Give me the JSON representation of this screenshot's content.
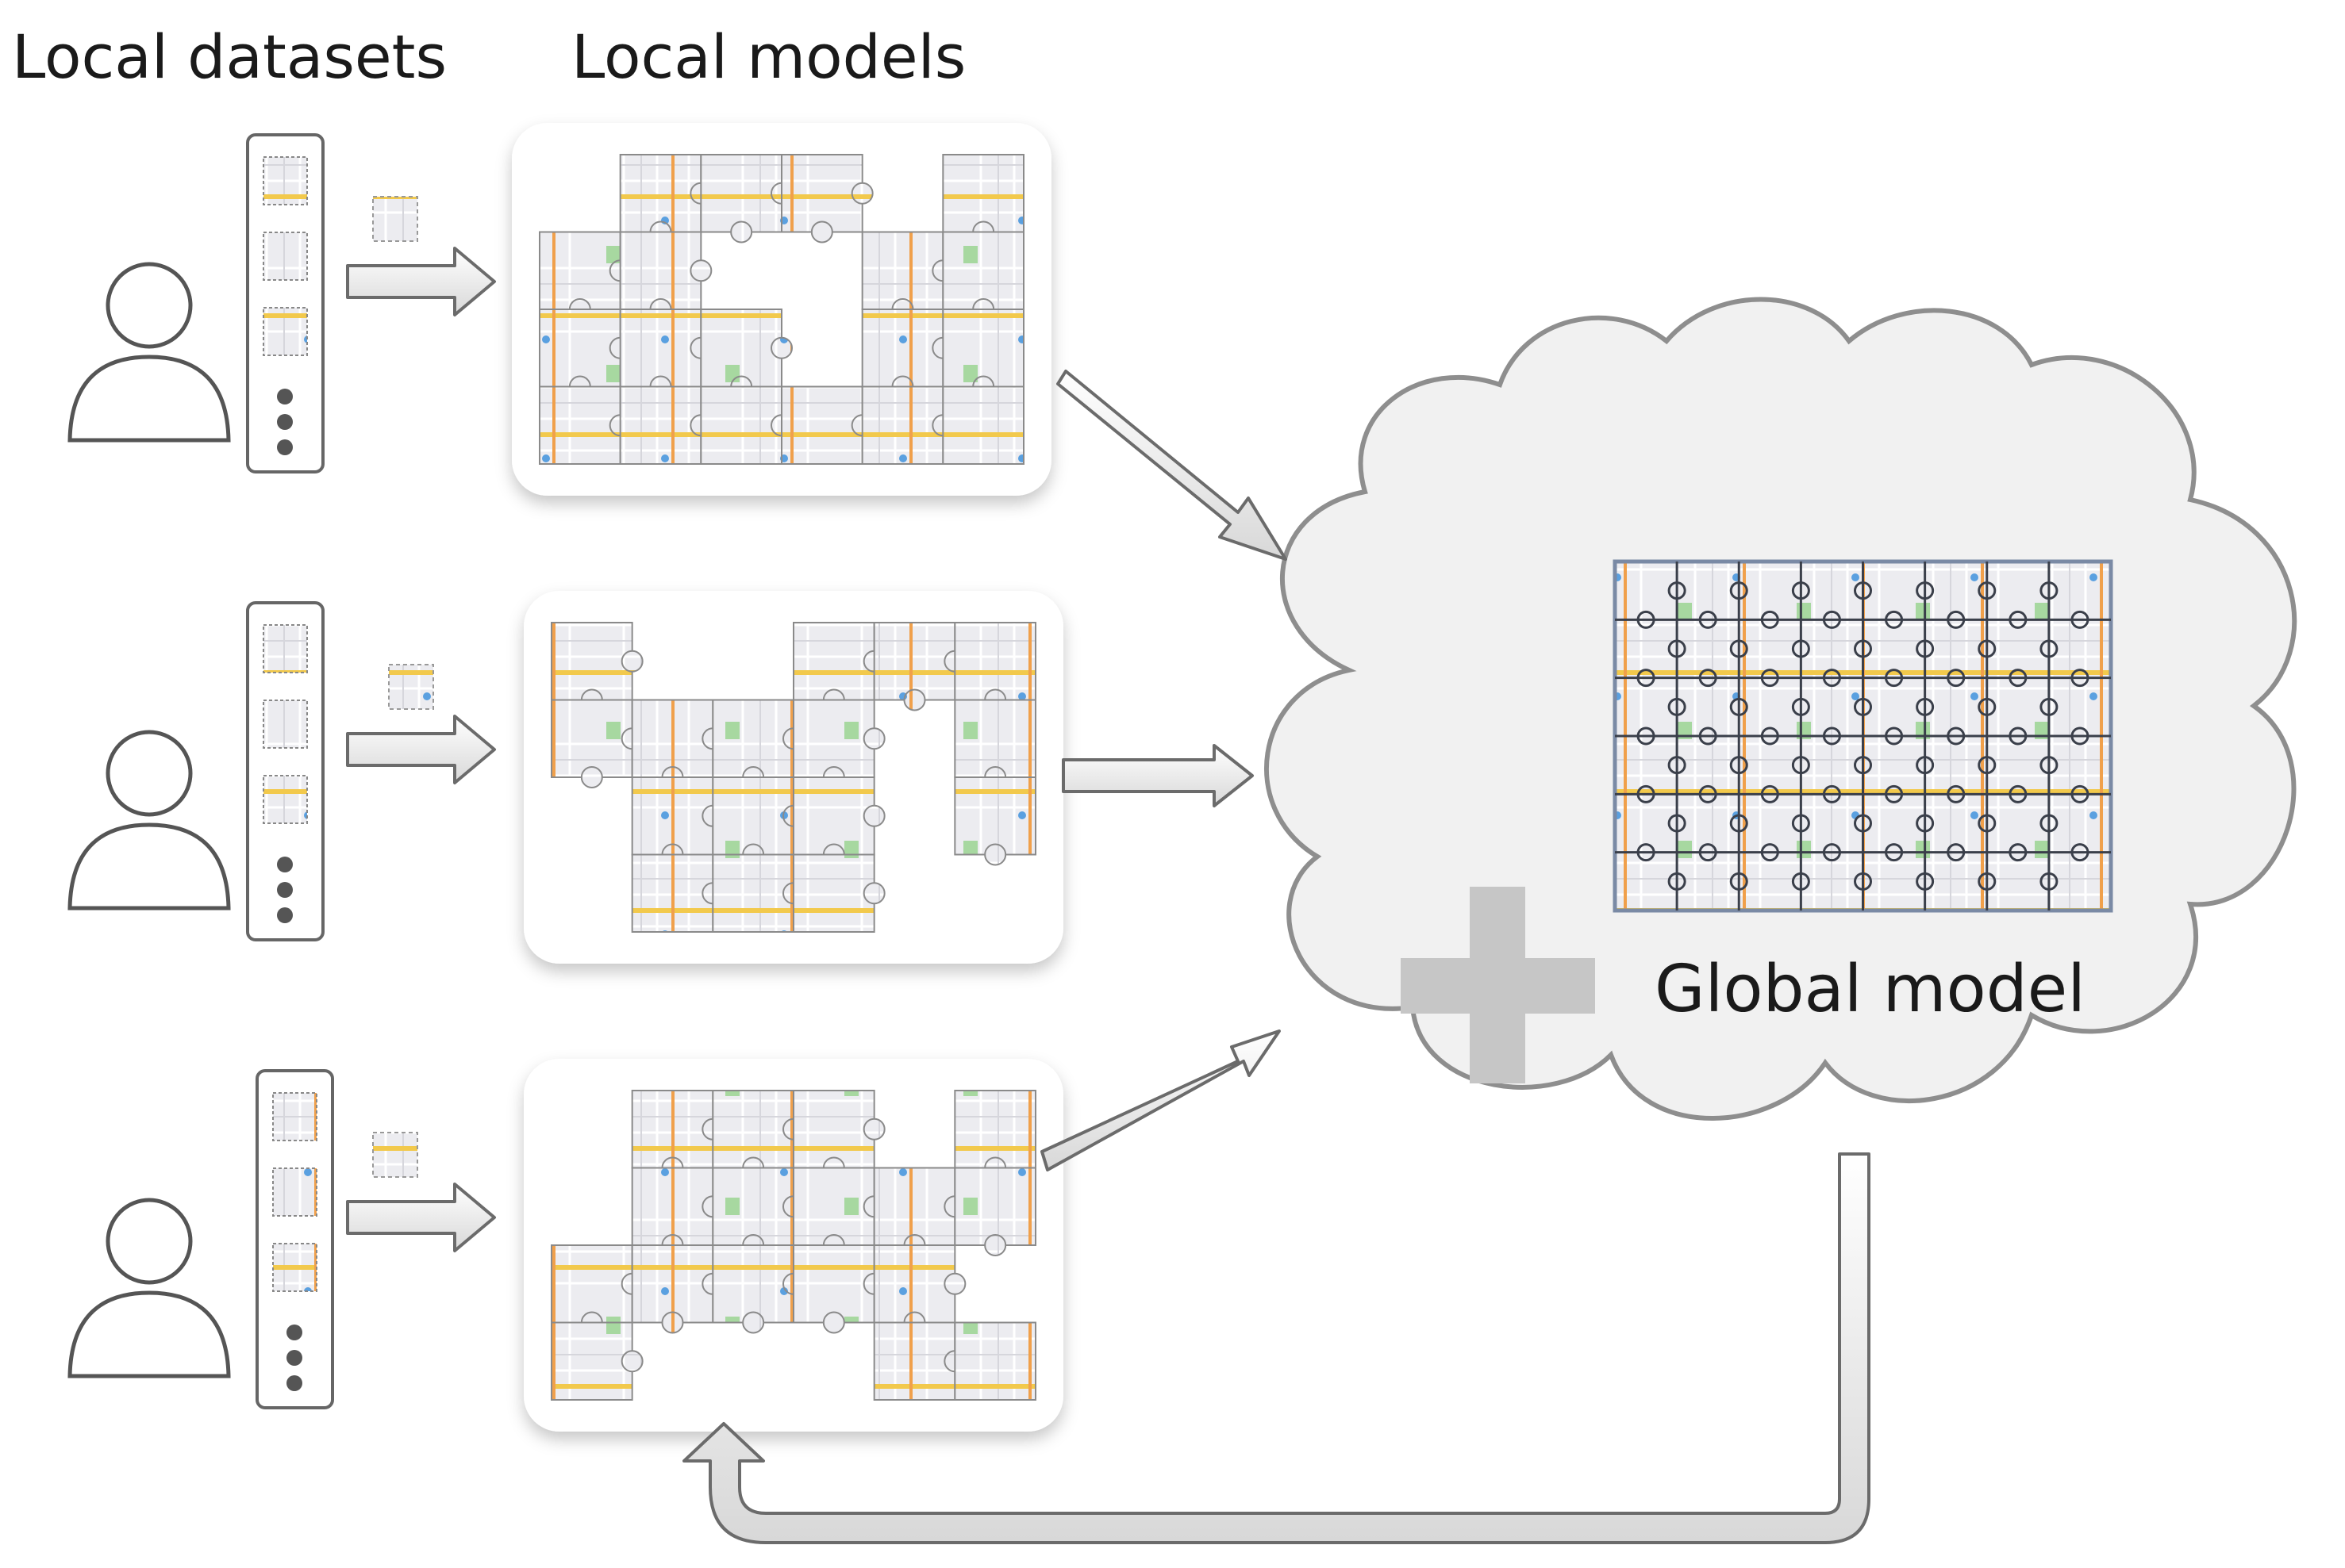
{
  "labels": {
    "local_datasets": "Local datasets",
    "local_models": "Local models",
    "global_model": "Global model"
  },
  "clients": [
    {
      "id": "client-1",
      "missing_pieces": 5
    },
    {
      "id": "client-2",
      "missing_pieces": 8
    },
    {
      "id": "client-3",
      "missing_pieces": 7
    }
  ],
  "icons": [
    "user-icon",
    "dataset-stack-icon",
    "puzzle-piece-icon",
    "arrow-right-icon",
    "cloud-icon",
    "plus-icon",
    "feedback-arrow-icon"
  ],
  "colors": {
    "map_bg": "#e9e9ee",
    "road_yellow": "#f2c94c",
    "road_orange": "#f0a04b",
    "park_green": "#a7d8a0",
    "water_blue": "#9fc4e8",
    "cloud_fill": "#f1f1f1",
    "cloud_stroke": "#8e8e8e",
    "plus_gray": "#c6c6c6",
    "outline": "#555555"
  }
}
